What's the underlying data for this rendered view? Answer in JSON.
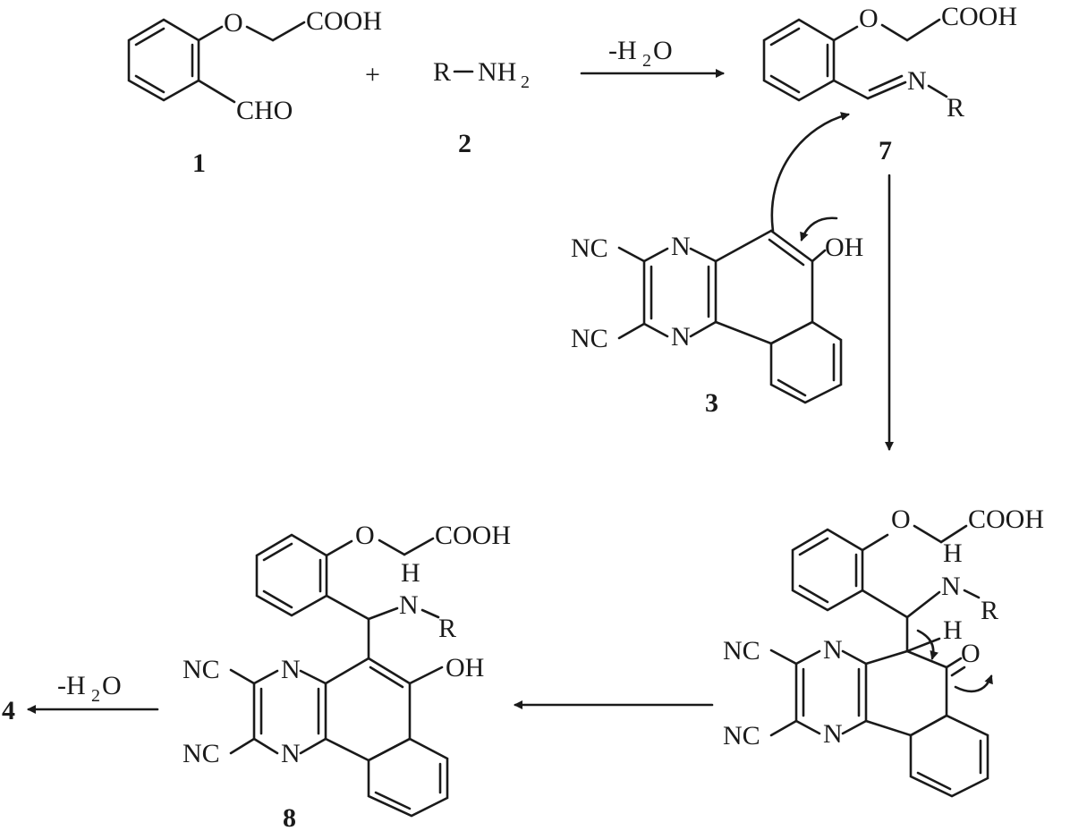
{
  "compounds": {
    "c1": {
      "number": "1",
      "cooh": "COOH",
      "o": "O",
      "cho": "CHO"
    },
    "c2": {
      "number": "2",
      "r": "R",
      "nh": "NH",
      "nh_sub": "2"
    },
    "c3": {
      "number": "3",
      "nc_top": "NC",
      "nc_bot": "NC",
      "n_top": "N",
      "n_bot": "N",
      "oh": "OH"
    },
    "c7": {
      "number": "7",
      "cooh": "COOH",
      "o": "O",
      "n": "N",
      "r": "R"
    },
    "int": {
      "cooh": "COOH",
      "o_ether": "O",
      "h_amine": "H",
      "n_amine": "N",
      "r": "R",
      "h_ring": "H",
      "o_keto": "O",
      "nc_top": "NC",
      "nc_bot": "NC",
      "n_top": "N",
      "n_bot": "N"
    },
    "c8": {
      "number": "8",
      "cooh": "COOH",
      "o": "O",
      "h_amine": "H",
      "n_amine": "N",
      "r": "R",
      "oh": "OH",
      "nc_top": "NC",
      "nc_bot": "NC",
      "n_top": "N",
      "n_bot": "N"
    },
    "c4": {
      "number": "4"
    }
  },
  "plus_sign": "+",
  "condition_1": {
    "prefix": "-H",
    "sub": "2",
    "suffix": "O"
  },
  "condition_2": {
    "prefix": "-H",
    "sub": "2",
    "suffix": "O"
  }
}
